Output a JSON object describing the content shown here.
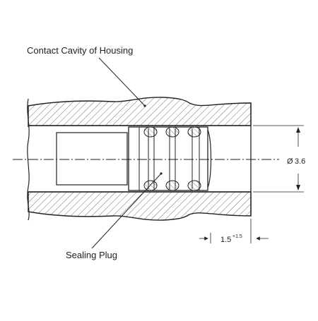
{
  "labels": {
    "housing": "Contact Cavity of Housing",
    "plug": "Sealing Plug"
  },
  "dimensions": {
    "diameter_symbol": "Ø",
    "diameter_value": "3.6",
    "depth_value": "1.5",
    "depth_tolerance": "+1.5"
  },
  "colors": {
    "ink": "#222222",
    "background": "#ffffff"
  }
}
